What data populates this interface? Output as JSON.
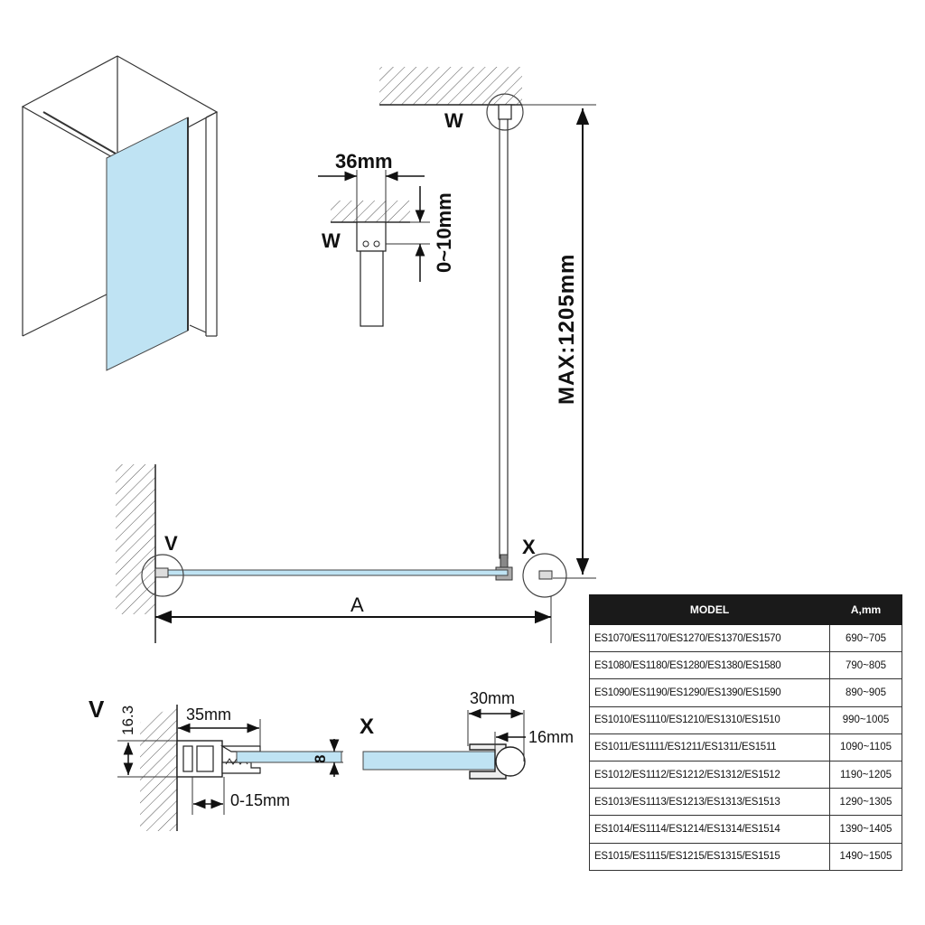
{
  "labels": {
    "top_bracket": "W",
    "detail_bracket": "W",
    "detail_width": "36mm",
    "detail_adjust": "0~10mm",
    "max_height": "MAX:1205mm",
    "left_wall": "V",
    "right_end": "X",
    "width_a": "A",
    "v_section": "V",
    "v_height": "16.3",
    "v_width": "35mm",
    "v_glass": "8",
    "v_adjust": "0-15mm",
    "x_section": "X",
    "x_width": "30mm",
    "x_depth": "16mm"
  },
  "table": {
    "headers": [
      "MODEL",
      "A,mm"
    ],
    "rows": [
      {
        "model": "ES1070/ES1170/ES1270/ES1370/ES1570",
        "range": "690~705"
      },
      {
        "model": "ES1080/ES1180/ES1280/ES1380/ES1580",
        "range": "790~805"
      },
      {
        "model": "ES1090/ES1190/ES1290/ES1390/ES1590",
        "range": "890~905"
      },
      {
        "model": "ES1010/ES1110/ES1210/ES1310/ES1510",
        "range": "990~1005"
      },
      {
        "model": "ES1011/ES1111/ES1211/ES1311/ES1511",
        "range": "1090~1105"
      },
      {
        "model": "ES1012/ES1112/ES1212/ES1312/ES1512",
        "range": "1190~1205"
      },
      {
        "model": "ES1013/ES1113/ES1213/ES1313/ES1513",
        "range": "1290~1305"
      },
      {
        "model": "ES1014/ES1114/ES1214/ES1314/ES1514",
        "range": "1390~1405"
      },
      {
        "model": "ES1015/ES1115/ES1215/ES1315/ES1515",
        "range": "1490~1505"
      }
    ]
  },
  "colors": {
    "glass": "#bfe3f3",
    "line": "#222222"
  }
}
